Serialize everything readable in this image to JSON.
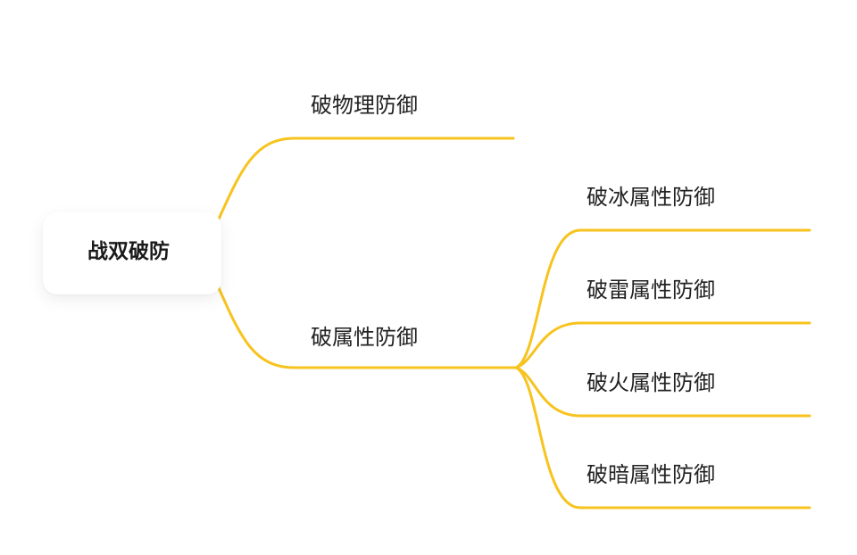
{
  "colors": {
    "branch": "#F7C31E",
    "text": "#222222",
    "root_background": "#ffffff"
  },
  "root": {
    "label": "战双破防"
  },
  "branches": [
    {
      "label": "破物理防御",
      "children": []
    },
    {
      "label": "破属性防御",
      "children": [
        {
          "label": "破冰属性防御"
        },
        {
          "label": "破雷属性防御"
        },
        {
          "label": "破火属性防御"
        },
        {
          "label": "破暗属性防御"
        }
      ]
    }
  ]
}
